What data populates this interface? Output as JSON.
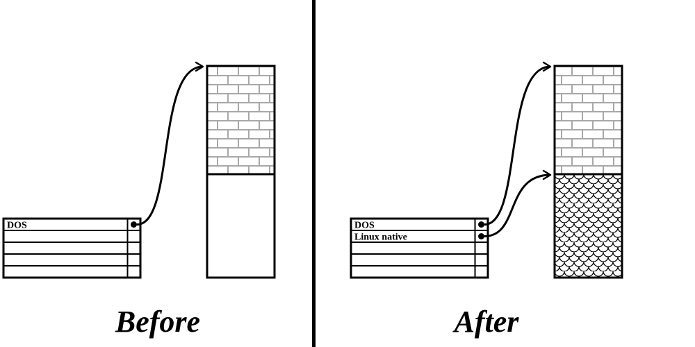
{
  "before": {
    "label": "Before",
    "partition_table": {
      "rows": [
        "DOS",
        "",
        "",
        "",
        ""
      ],
      "mapped_rows": [
        0
      ]
    },
    "disk": {
      "top_region": "brick-pattern",
      "bottom_region": "empty"
    }
  },
  "after": {
    "label": "After",
    "partition_table": {
      "rows": [
        "DOS",
        "Linux native",
        "",
        "",
        ""
      ],
      "mapped_rows": [
        0,
        1
      ]
    },
    "disk": {
      "top_region": "brick-pattern",
      "bottom_region": "scale-pattern"
    }
  },
  "colors": {
    "bg": "#ffffff",
    "ink": "#000000",
    "brick": "#a8a8a8"
  }
}
